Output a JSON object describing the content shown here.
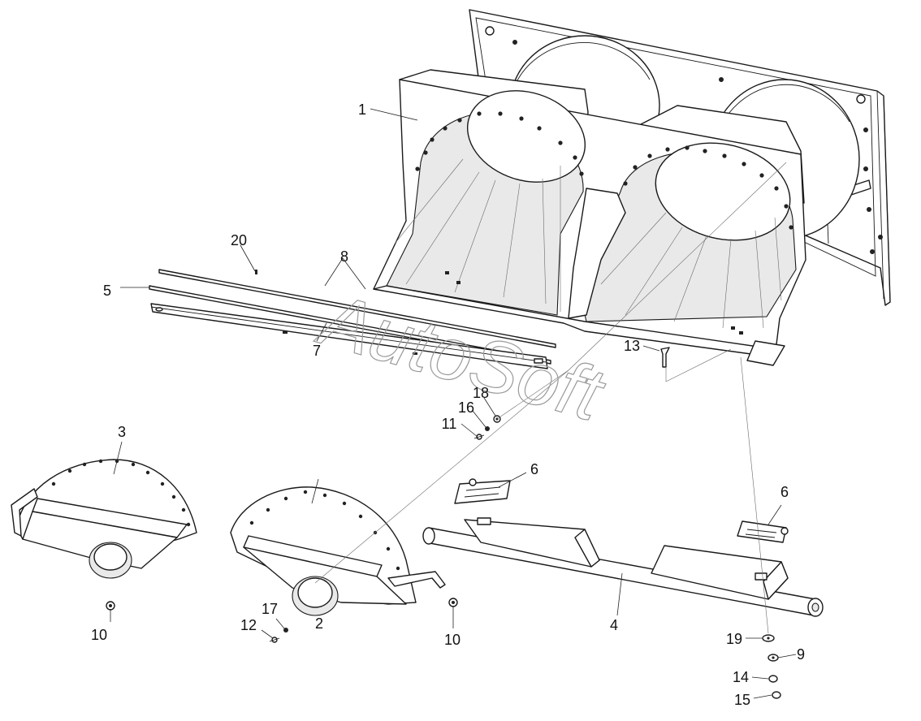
{
  "watermark": "AutoSoft",
  "callouts": [
    {
      "id": "c1",
      "label": "1"
    },
    {
      "id": "c2",
      "label": "2"
    },
    {
      "id": "c3",
      "label": "3"
    },
    {
      "id": "c4",
      "label": "4"
    },
    {
      "id": "c5",
      "label": "5"
    },
    {
      "id": "c6a",
      "label": "6"
    },
    {
      "id": "c6b",
      "label": "6"
    },
    {
      "id": "c7",
      "label": "7"
    },
    {
      "id": "c8",
      "label": "8"
    },
    {
      "id": "c9",
      "label": "9"
    },
    {
      "id": "c10a",
      "label": "10"
    },
    {
      "id": "c10b",
      "label": "10"
    },
    {
      "id": "c11",
      "label": "11"
    },
    {
      "id": "c12",
      "label": "12"
    },
    {
      "id": "c13",
      "label": "13"
    },
    {
      "id": "c14",
      "label": "14"
    },
    {
      "id": "c15",
      "label": "15"
    },
    {
      "id": "c16",
      "label": "16"
    },
    {
      "id": "c17",
      "label": "17"
    },
    {
      "id": "c18",
      "label": "18"
    },
    {
      "id": "c19",
      "label": "19"
    },
    {
      "id": "c20",
      "label": "20"
    }
  ]
}
